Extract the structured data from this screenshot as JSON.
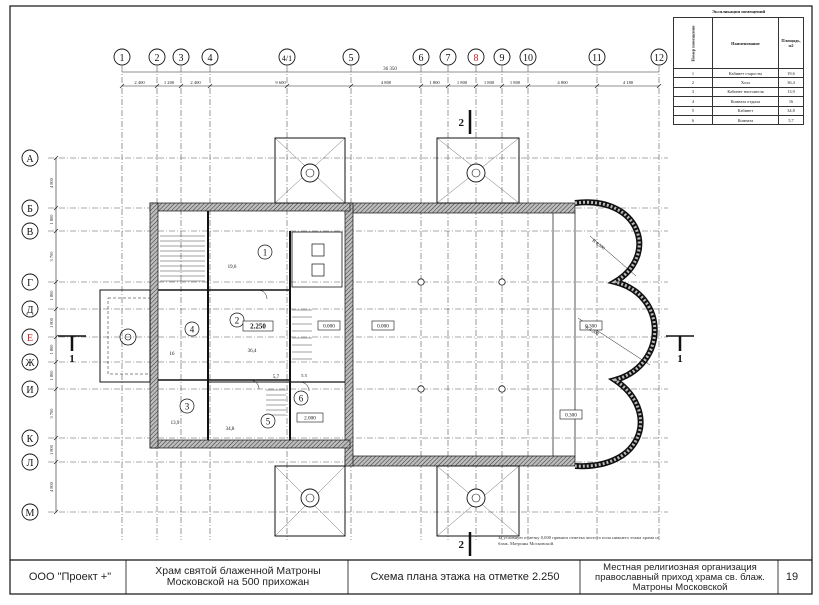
{
  "title_block": {
    "organization": "ООО \"Проект +\"",
    "project_title": "Храм святой блаженной Матроны Московской на 500 прихожан",
    "sheet_title": "Схема плана этажа на отметке 2.250",
    "client": "Местная религиозная организация православный приход храма св. блаж. Матроны Московской",
    "sheet_number": "19"
  },
  "note": "За условную отметку 0,000 принята отметка чистого пола нижнего этажа храма св. блаж. Матроны Московской.",
  "legend": {
    "caption": "Экспликация помещений",
    "headers": {
      "number": "Номер помещения",
      "name": "Наименование",
      "area": "Площадь, м2"
    },
    "rows": [
      {
        "number": "1",
        "name": "Кабинет старосты",
        "area": "19,6"
      },
      {
        "number": "2",
        "name": "Холл",
        "area": "36,4"
      },
      {
        "number": "3",
        "name": "Кабинет настоятеля",
        "area": "13,9"
      },
      {
        "number": "4",
        "name": "Комната отдыха",
        "area": "16"
      },
      {
        "number": "5",
        "name": "Кабинет",
        "area": "34,8"
      },
      {
        "number": "6",
        "name": "Комната",
        "area": "5,7"
      }
    ]
  },
  "grid": {
    "columns": [
      "1",
      "2",
      "3",
      "4",
      "4/1",
      "5",
      "6",
      "7",
      "8",
      "9",
      "10",
      "11",
      "12"
    ],
    "highlighted_column": "8",
    "rows": [
      "А",
      "Б",
      "В",
      "Г",
      "Д",
      "Е",
      "Ж",
      "И",
      "К",
      "Л",
      "М"
    ],
    "highlighted_row": "Е",
    "overall_dimension": "36 350",
    "column_dimensions": [
      "2 400",
      "1 200",
      "2 400",
      "9 600",
      "4 800",
      "1 800",
      "1 800",
      "1 800",
      "1 800",
      "4 800",
      "4 180"
    ],
    "row_dimensions": [
      "4 800",
      "1 800",
      "3 700",
      "1 800",
      "1 800",
      "1 800",
      "1 800",
      "3 700",
      "1 800",
      "4 800"
    ]
  },
  "rooms": [
    {
      "number": "1",
      "area": "19,6"
    },
    {
      "number": "2",
      "area": "36,4"
    },
    {
      "number": "3",
      "area": "13,9"
    },
    {
      "number": "4",
      "area": "16"
    },
    {
      "number": "5",
      "area": "34,8"
    },
    {
      "number": "6",
      "area": "5,7"
    }
  ],
  "level_marks": [
    "2.250",
    "0.000",
    "0.000",
    "0.300",
    "0.300",
    "2.000"
  ],
  "stair_area": "5.5",
  "section_marks": [
    "1",
    "1",
    "2",
    "2"
  ],
  "radius_marks": [
    "R 4.200",
    "R 4.200"
  ],
  "colors": {
    "line": "#1a1a1a",
    "highlight": "#cc1f1f",
    "dash": "#555555",
    "wall_fill": "#8a8a8a"
  }
}
